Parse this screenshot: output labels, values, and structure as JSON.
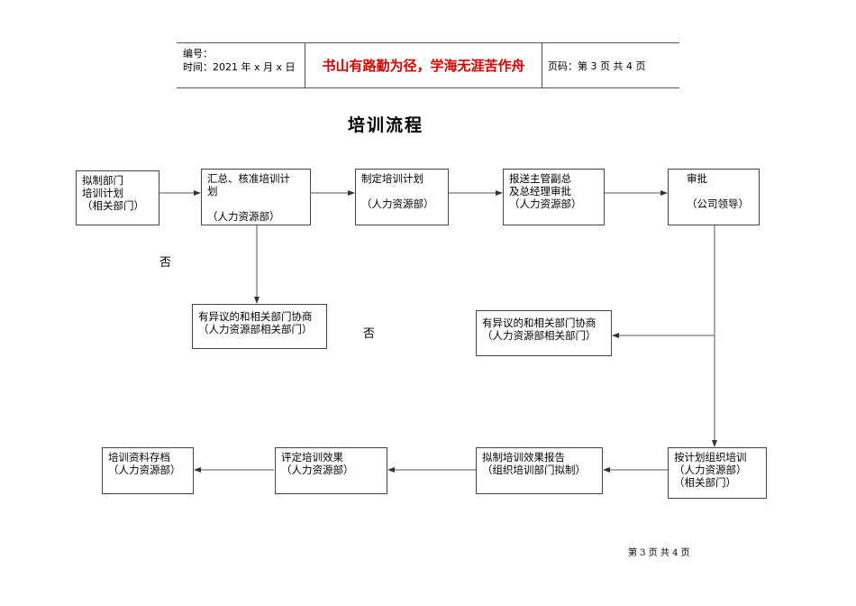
{
  "header": {
    "number_label": "编号：",
    "time_label": "时间：2021 年 x 月 x 日",
    "motto": "书山有路勤为径，学海无涯苦作舟",
    "page_label": "页码：第 3 页  共 4 页"
  },
  "title": "培训流程",
  "nodes": {
    "draft": "拟制部门\n培训计划\n（相关部门）",
    "summary": "汇总、核准培训计\n划\n\n（人力资源部）",
    "formulate": "制定培训计划\n\n（人力资源部）",
    "report": "报送主管副总\n及总经理审批\n（人力资源部）",
    "approve": "审批\n\n（公司领导）",
    "negotiate_left": "有异议的和相关部门协商\n（人力资源部相关部门）",
    "negotiate_right": "有异议的和相关部门协商\n（人力资源部相关部门）",
    "organize": "按计划组织培训\n（人力资源部）\n（相关部门）",
    "effect_report": "拟制培训效果报告\n（组织培训部门拟制）",
    "evaluate": "评定培训效果\n（人力资源部）",
    "archive": "培训资料存档\n（人力资源部）"
  },
  "labels": {
    "no_left": "否",
    "no_middle": "否"
  },
  "footer": "第 3 页  共 4 页"
}
